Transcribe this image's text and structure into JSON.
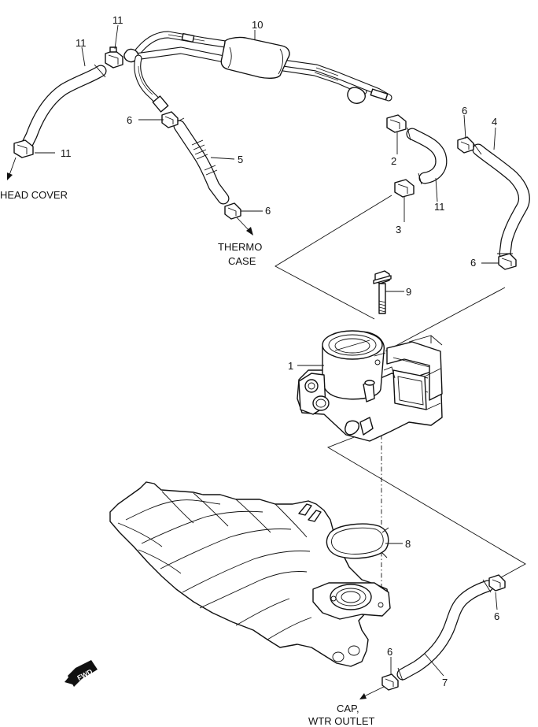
{
  "callouts": [
    {
      "id": "c1",
      "text": "1"
    },
    {
      "id": "c2",
      "text": "2"
    },
    {
      "id": "c3",
      "text": "3"
    },
    {
      "id": "c4",
      "text": "4"
    },
    {
      "id": "c5",
      "text": "5"
    },
    {
      "id": "c6a",
      "text": "6"
    },
    {
      "id": "c6b",
      "text": "6"
    },
    {
      "id": "c6c",
      "text": "6"
    },
    {
      "id": "c6d",
      "text": "6"
    },
    {
      "id": "c6e",
      "text": "6"
    },
    {
      "id": "c6f",
      "text": "6"
    },
    {
      "id": "c7",
      "text": "7"
    },
    {
      "id": "c8",
      "text": "8"
    },
    {
      "id": "c9",
      "text": "9"
    },
    {
      "id": "c10",
      "text": "10"
    },
    {
      "id": "c11a",
      "text": "11"
    },
    {
      "id": "c11b",
      "text": "11"
    },
    {
      "id": "c11c",
      "text": "11"
    },
    {
      "id": "c11d",
      "text": "11"
    }
  ],
  "labels": {
    "head_cover": "HEAD COVER",
    "thermo_line1": "THERMO",
    "thermo_line2": "CASE",
    "cap_line1": "CAP,",
    "cap_line2": "WTR OUTLET"
  },
  "fwd_badge": "FWD",
  "fwd_icon": "forward-arrow-icon"
}
